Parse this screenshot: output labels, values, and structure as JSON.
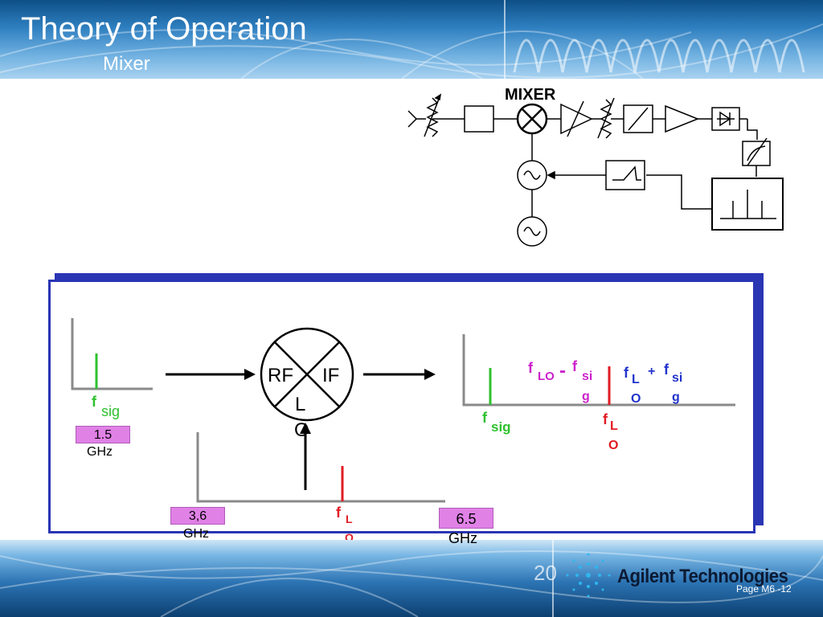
{
  "slide": {
    "title": "Theory of Operation",
    "subtitle": "Mixer",
    "page_label": "Page M6 -12",
    "logo_text": "Agilent Technologies",
    "footer_deco_text": "20"
  },
  "block_diagram": {
    "mixer_label": "MIXER"
  },
  "mixer_diagram": {
    "rf_port": "RF",
    "if_port": "IF",
    "lo_port_line1": "L",
    "lo_port_line2": "O",
    "input": {
      "f": "f",
      "sub": "sig",
      "value_line1": "1.5",
      "value_line2": "GHz"
    },
    "lo": {
      "f": "f",
      "sub_line1": "L",
      "sub_line2": "O",
      "value_line1": "3,6",
      "value_line2": "GHz"
    },
    "output": {
      "fsig_f": "f",
      "fsig_sub": "sig",
      "flo_f": "f",
      "flo_sub_line1": "L",
      "flo_sub_line2": "O",
      "diff_f": "f",
      "diff_lo_sub": "LO",
      "diff_op": "-",
      "diff_f2": "f",
      "diff_sig_line1": "si",
      "diff_sig_line2": "g",
      "sum_f": "f",
      "sum_lo_line1": "L",
      "sum_lo_line2": "O",
      "sum_op": "+",
      "sum_f2": "f",
      "sum_sig_line1": "si",
      "sum_sig_line2": "g",
      "value_line1": "6.5",
      "value_line2": "GHz"
    },
    "colors": {
      "signal": "#2ec12e",
      "lo": "#e01b24",
      "mixing_product": "#cc22cc",
      "sum_text": "#2233cc",
      "value_box": "#e081e6",
      "panel_border": "#2a35b4"
    }
  }
}
